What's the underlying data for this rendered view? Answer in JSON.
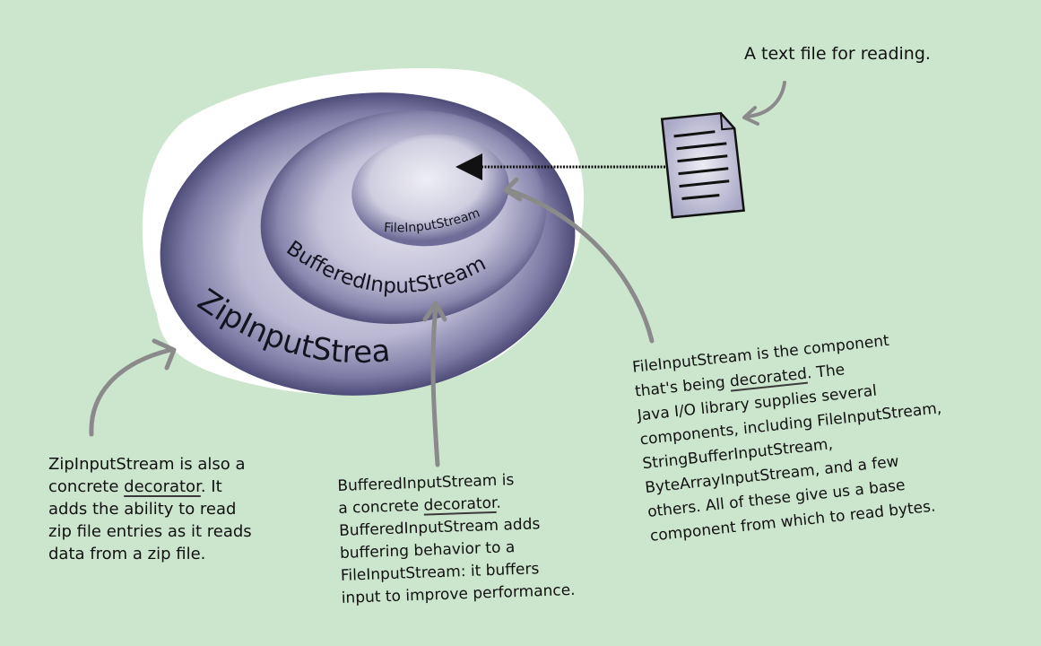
{
  "labels": {
    "file_input_stream": "FileInputStream",
    "buffered_input_stream": "BufferedInputStream",
    "zip_input_stream": "ZipInputStream"
  },
  "callouts": {
    "text_file": "A text file for reading.",
    "zip": {
      "lines": [
        [
          "ZipInputStream is also a"
        ],
        [
          "concrete ",
          "decorator",
          ". It"
        ],
        [
          "adds the ability to read"
        ],
        [
          "zip file entries as it reads"
        ],
        [
          "data from a zip file."
        ]
      ]
    },
    "buffered": {
      "lines": [
        [
          "BufferedInputStream is"
        ],
        [
          "a concrete ",
          "decorator",
          "."
        ],
        [
          "BufferedInputStream adds"
        ],
        [
          "buffering behavior to a"
        ],
        [
          "FileInputStream: it buffers"
        ],
        [
          "input to improve performance."
        ]
      ]
    },
    "file": {
      "lines": [
        [
          "FileInputStream is the component"
        ],
        [
          "that's being ",
          "decorated",
          ". The"
        ],
        [
          "Java I/O library supplies several"
        ],
        [
          "components, including FileInputStream,"
        ],
        [
          "StringBufferInputStream,"
        ],
        [
          "ByteArrayInputStream, and a few"
        ],
        [
          "others. All of these give us a base"
        ],
        [
          "component from which to read bytes."
        ]
      ]
    }
  },
  "icons": {
    "document": "text-file-icon"
  },
  "colors": {
    "background": "#cce6cd",
    "ring_dark": "#5c5a86",
    "ring_light": "#d8d7e6",
    "arrow": "#8a8a8a"
  }
}
